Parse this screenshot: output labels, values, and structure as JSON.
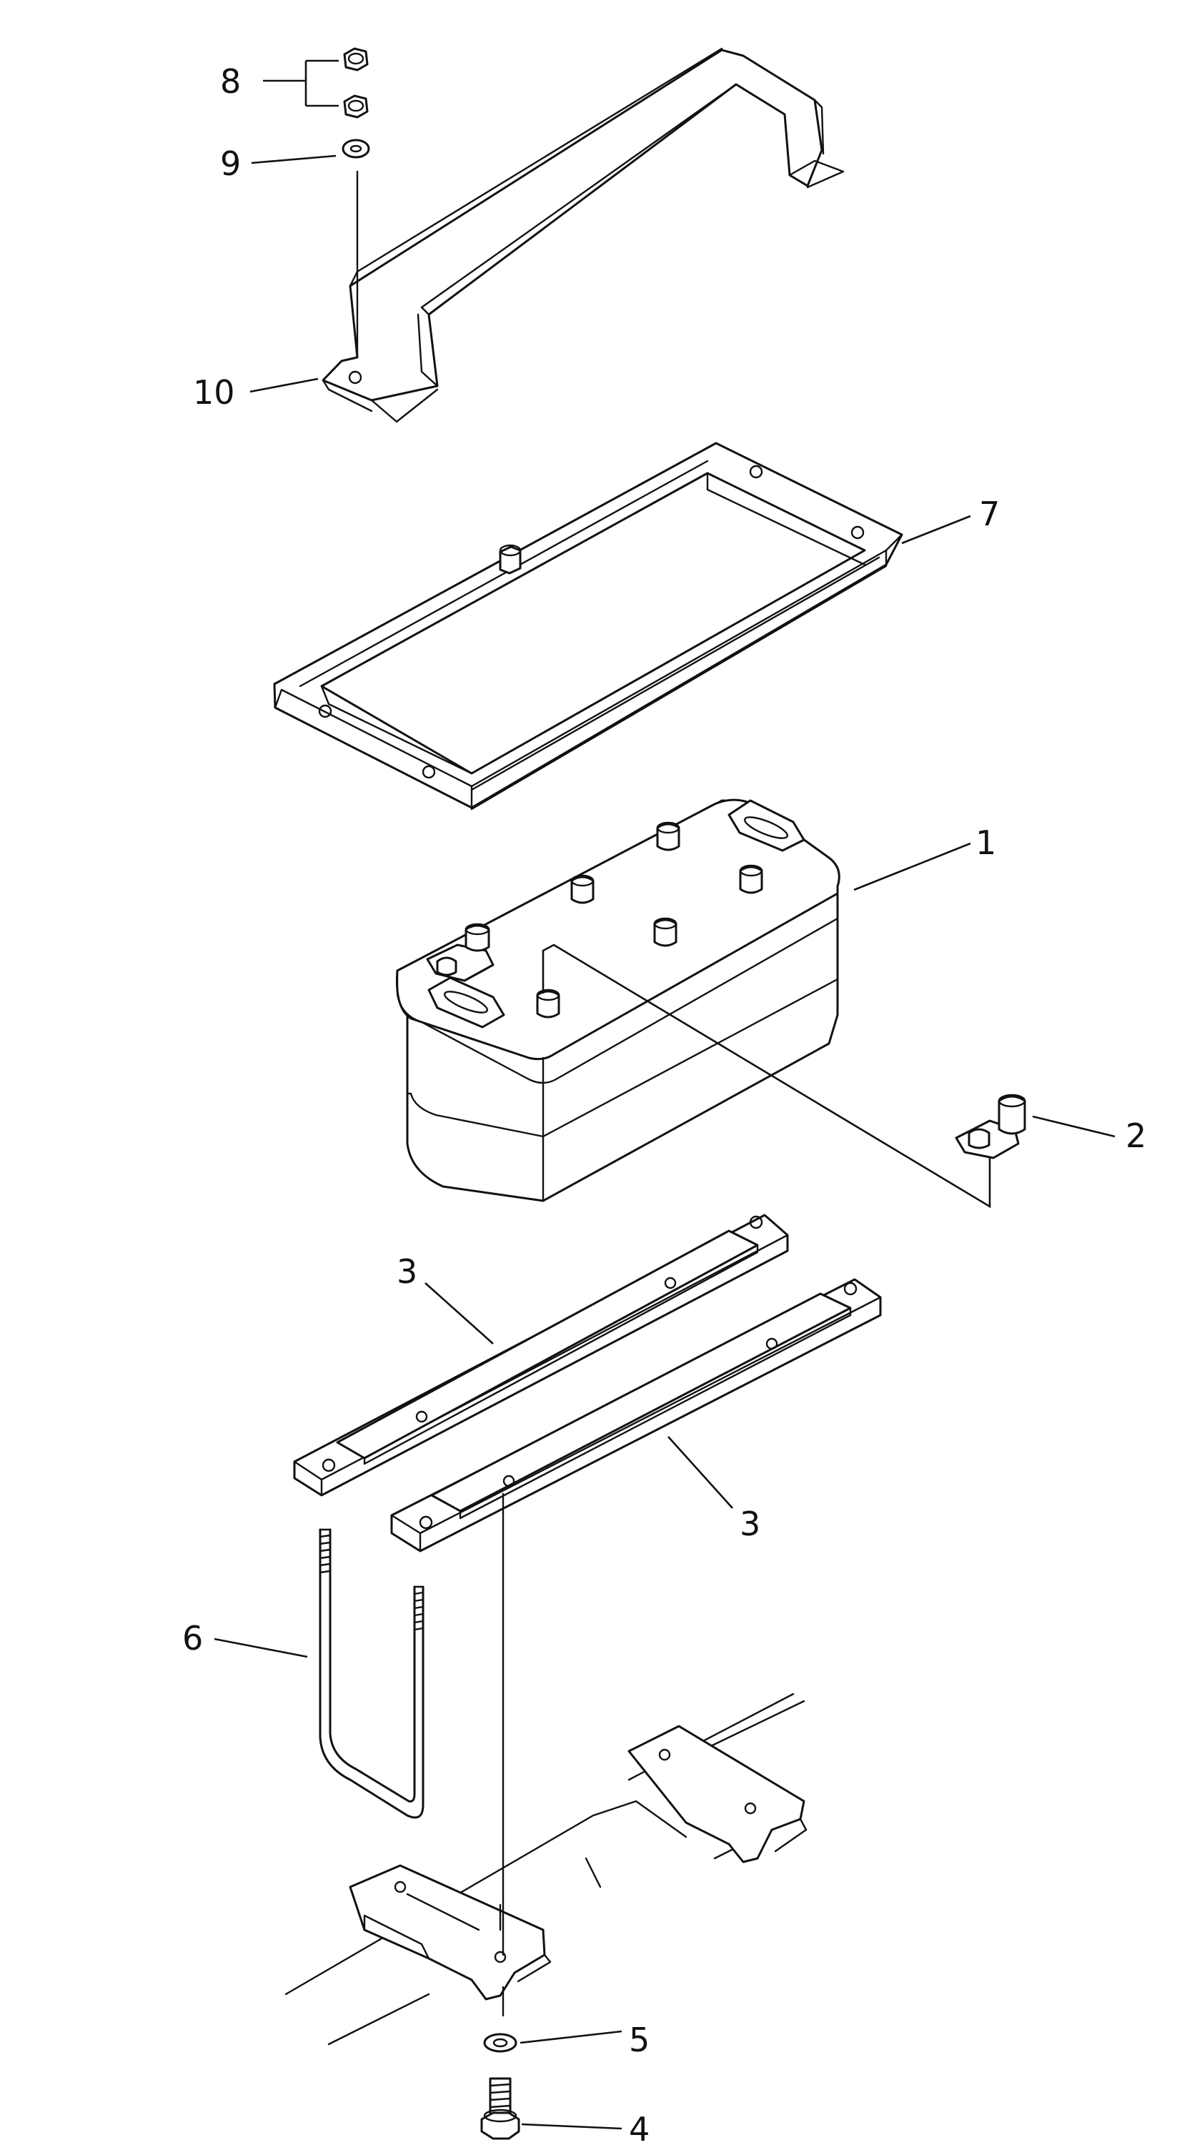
{
  "callouts": [
    {
      "id": "c1",
      "text": "1"
    },
    {
      "id": "c2",
      "text": "2"
    },
    {
      "id": "c3a",
      "text": "3"
    },
    {
      "id": "c3b",
      "text": "3"
    },
    {
      "id": "c4",
      "text": "4"
    },
    {
      "id": "c5",
      "text": "5"
    },
    {
      "id": "c6",
      "text": "6"
    },
    {
      "id": "c7",
      "text": "7"
    },
    {
      "id": "c8",
      "text": "8"
    },
    {
      "id": "c9",
      "text": "9"
    },
    {
      "id": "c10",
      "text": "10"
    }
  ],
  "colors": {
    "line": "#111111",
    "background": "#ffffff"
  }
}
